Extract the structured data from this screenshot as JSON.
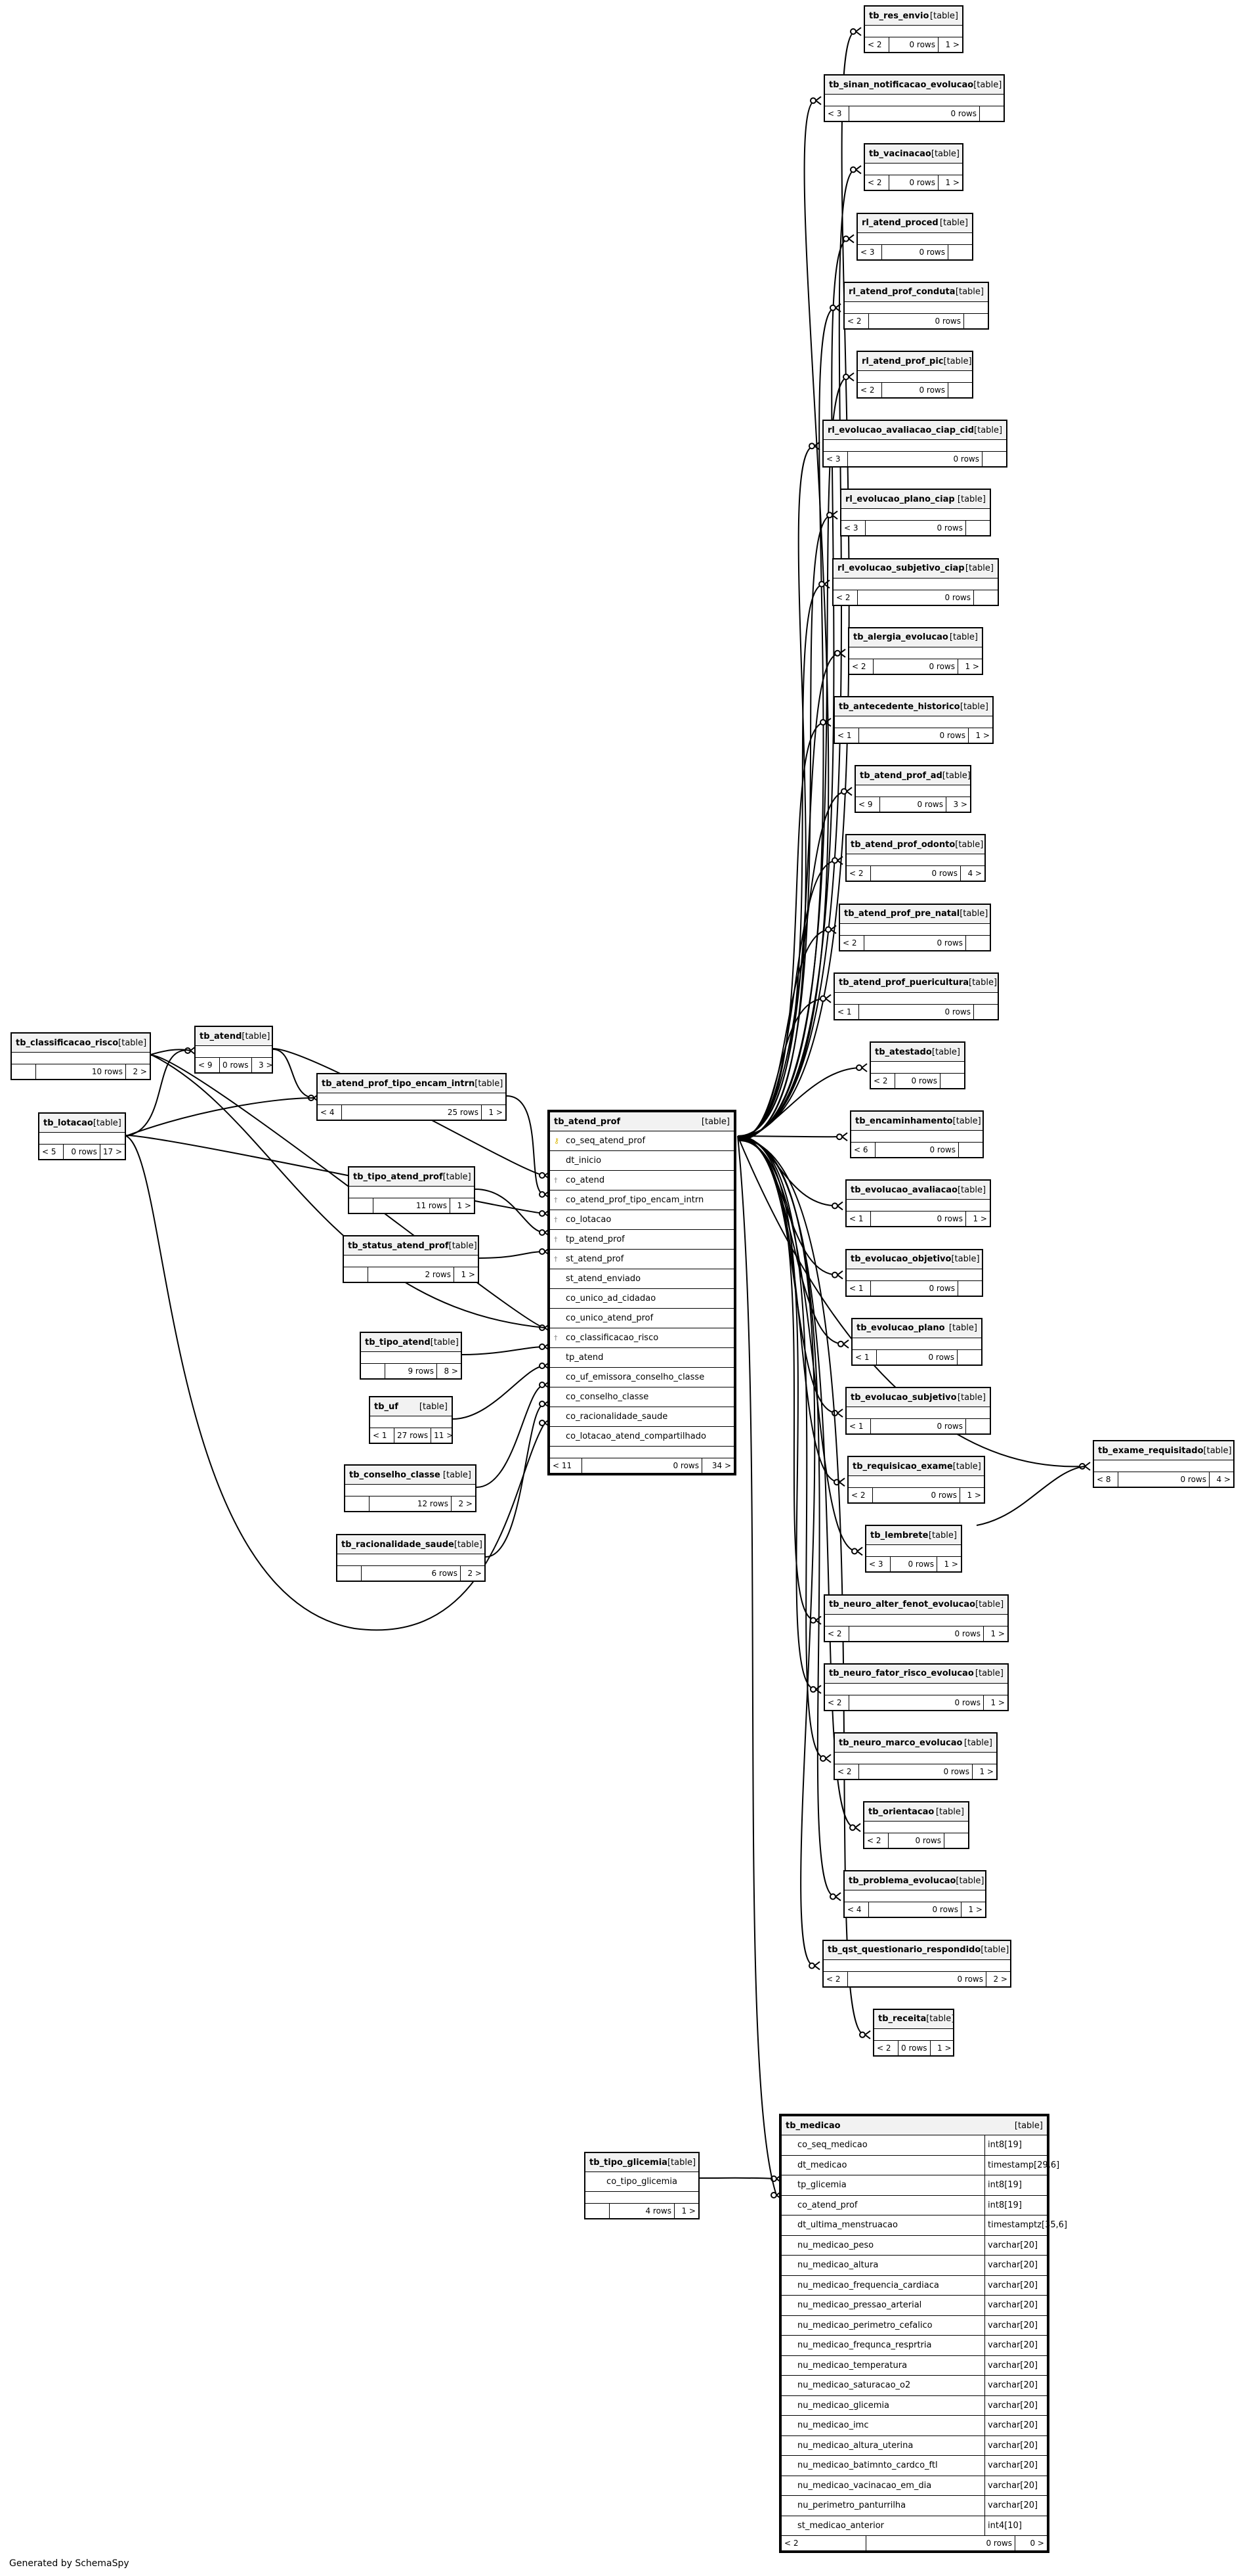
{
  "generated_by": "Generated by SchemaSpy",
  "table_tag": "[table]",
  "main_table": {
    "name": "tb_atend_prof",
    "columns": [
      {
        "name": "co_seq_atend_prof",
        "icon": "primary-key-icon"
      },
      {
        "name": "dt_inicio",
        "icon": ""
      },
      {
        "name": "co_atend",
        "icon": "foreign-key-icon"
      },
      {
        "name": "co_atend_prof_tipo_encam_intrn",
        "icon": "foreign-key-icon"
      },
      {
        "name": "co_lotacao",
        "icon": "foreign-key-icon"
      },
      {
        "name": "tp_atend_prof",
        "icon": "foreign-key-icon"
      },
      {
        "name": "st_atend_prof",
        "icon": "foreign-key-icon"
      },
      {
        "name": "st_atend_enviado",
        "icon": ""
      },
      {
        "name": "co_unico_ad_cidadao",
        "icon": ""
      },
      {
        "name": "co_unico_atend_prof",
        "icon": ""
      },
      {
        "name": "co_classificacao_risco",
        "icon": "foreign-key-icon"
      },
      {
        "name": "tp_atend",
        "icon": ""
      },
      {
        "name": "co_uf_emissora_conselho_classe",
        "icon": ""
      },
      {
        "name": "co_conselho_classe",
        "icon": ""
      },
      {
        "name": "co_racionalidade_saude",
        "icon": ""
      },
      {
        "name": "co_lotacao_atend_compartilhado",
        "icon": ""
      }
    ],
    "parents": "< 11",
    "rows": "0 rows",
    "children": "34 >"
  },
  "medicao_table": {
    "name": "tb_medicao",
    "columns": [
      {
        "name": "co_seq_medicao",
        "type": "int8[19]"
      },
      {
        "name": "dt_medicao",
        "type": "timestamp[29,6]"
      },
      {
        "name": "tp_glicemia",
        "type": "int8[19]"
      },
      {
        "name": "co_atend_prof",
        "type": "int8[19]"
      },
      {
        "name": "dt_ultima_menstruacao",
        "type": "timestamptz[35,6]"
      },
      {
        "name": "nu_medicao_peso",
        "type": "varchar[20]"
      },
      {
        "name": "nu_medicao_altura",
        "type": "varchar[20]"
      },
      {
        "name": "nu_medicao_frequencia_cardiaca",
        "type": "varchar[20]"
      },
      {
        "name": "nu_medicao_pressao_arterial",
        "type": "varchar[20]"
      },
      {
        "name": "nu_medicao_perimetro_cefalico",
        "type": "varchar[20]"
      },
      {
        "name": "nu_medicao_frequnca_resprtria",
        "type": "varchar[20]"
      },
      {
        "name": "nu_medicao_temperatura",
        "type": "varchar[20]"
      },
      {
        "name": "nu_medicao_saturacao_o2",
        "type": "varchar[20]"
      },
      {
        "name": "nu_medicao_glicemia",
        "type": "varchar[20]"
      },
      {
        "name": "nu_medicao_imc",
        "type": "varchar[20]"
      },
      {
        "name": "nu_medicao_altura_uterina",
        "type": "varchar[20]"
      },
      {
        "name": "nu_medicao_batimnto_cardco_ftl",
        "type": "varchar[20]"
      },
      {
        "name": "nu_medicao_vacinacao_em_dia",
        "type": "varchar[20]"
      },
      {
        "name": "nu_perimetro_panturrilha",
        "type": "varchar[20]"
      },
      {
        "name": "st_medicao_anterior",
        "type": "int4[10]"
      }
    ],
    "parents": "< 2",
    "rows": "0 rows",
    "children": "0 >"
  },
  "glicemia_table": {
    "name": "tb_tipo_glicemia",
    "column": "co_tipo_glicemia",
    "parents": "",
    "rows": "4 rows",
    "children": "1 >"
  },
  "parent_tables": [
    {
      "name": "tb_classificacao_risco",
      "parents": "",
      "rows": "10 rows",
      "children": "2 >"
    },
    {
      "name": "tb_atend",
      "parents": "< 9",
      "rows": "0 rows",
      "children": "3 >"
    },
    {
      "name": "tb_lotacao",
      "parents": "< 5",
      "rows": "0 rows",
      "children": "17 >"
    },
    {
      "name": "tb_atend_prof_tipo_encam_intrn",
      "parents": "< 4",
      "rows": "25 rows",
      "children": "1 >"
    },
    {
      "name": "tb_tipo_atend_prof",
      "parents": "",
      "rows": "11 rows",
      "children": "1 >"
    },
    {
      "name": "tb_status_atend_prof",
      "parents": "",
      "rows": "2 rows",
      "children": "1 >"
    },
    {
      "name": "tb_tipo_atend",
      "parents": "",
      "rows": "9 rows",
      "children": "8 >"
    },
    {
      "name": "tb_uf",
      "parents": "< 1",
      "rows": "27 rows",
      "children": "11 >"
    },
    {
      "name": "tb_conselho_classe",
      "parents": "",
      "rows": "12 rows",
      "children": "2 >"
    },
    {
      "name": "tb_racionalidade_saude",
      "parents": "",
      "rows": "6 rows",
      "children": "2 >"
    }
  ],
  "child_tables": [
    {
      "name": "tb_res_envio",
      "parents": "< 2",
      "rows": "0 rows",
      "children": "1 >"
    },
    {
      "name": "tb_sinan_notificacao_evolucao",
      "parents": "< 3",
      "rows": "0 rows",
      "children": ""
    },
    {
      "name": "tb_vacinacao",
      "parents": "< 2",
      "rows": "0 rows",
      "children": "1 >"
    },
    {
      "name": "rl_atend_proced",
      "parents": "< 3",
      "rows": "0 rows",
      "children": ""
    },
    {
      "name": "rl_atend_prof_conduta",
      "parents": "< 2",
      "rows": "0 rows",
      "children": ""
    },
    {
      "name": "rl_atend_prof_pic",
      "parents": "< 2",
      "rows": "0 rows",
      "children": ""
    },
    {
      "name": "rl_evolucao_avaliacao_ciap_cid",
      "parents": "< 3",
      "rows": "0 rows",
      "children": ""
    },
    {
      "name": "rl_evolucao_plano_ciap",
      "parents": "< 3",
      "rows": "0 rows",
      "children": ""
    },
    {
      "name": "rl_evolucao_subjetivo_ciap",
      "parents": "< 2",
      "rows": "0 rows",
      "children": ""
    },
    {
      "name": "tb_alergia_evolucao",
      "parents": "< 2",
      "rows": "0 rows",
      "children": "1 >"
    },
    {
      "name": "tb_antecedente_historico",
      "parents": "< 1",
      "rows": "0 rows",
      "children": "1 >"
    },
    {
      "name": "tb_atend_prof_ad",
      "parents": "< 9",
      "rows": "0 rows",
      "children": "3 >"
    },
    {
      "name": "tb_atend_prof_odonto",
      "parents": "< 2",
      "rows": "0 rows",
      "children": "4 >"
    },
    {
      "name": "tb_atend_prof_pre_natal",
      "parents": "< 2",
      "rows": "0 rows",
      "children": ""
    },
    {
      "name": "tb_atend_prof_puericultura",
      "parents": "< 1",
      "rows": "0 rows",
      "children": ""
    },
    {
      "name": "tb_atestado",
      "parents": "< 2",
      "rows": "0 rows",
      "children": ""
    },
    {
      "name": "tb_encaminhamento",
      "parents": "< 6",
      "rows": "0 rows",
      "children": ""
    },
    {
      "name": "tb_evolucao_avaliacao",
      "parents": "< 1",
      "rows": "0 rows",
      "children": "1 >"
    },
    {
      "name": "tb_evolucao_objetivo",
      "parents": "< 1",
      "rows": "0 rows",
      "children": ""
    },
    {
      "name": "tb_evolucao_plano",
      "parents": "< 1",
      "rows": "0 rows",
      "children": ""
    },
    {
      "name": "tb_evolucao_subjetivo",
      "parents": "< 1",
      "rows": "0 rows",
      "children": ""
    },
    {
      "name": "tb_requisicao_exame",
      "parents": "< 2",
      "rows": "0 rows",
      "children": "1 >"
    },
    {
      "name": "tb_lembrete",
      "parents": "< 3",
      "rows": "0 rows",
      "children": "1 >"
    },
    {
      "name": "tb_neuro_alter_fenot_evolucao",
      "parents": "< 2",
      "rows": "0 rows",
      "children": "1 >"
    },
    {
      "name": "tb_neuro_fator_risco_evolucao",
      "parents": "< 2",
      "rows": "0 rows",
      "children": "1 >"
    },
    {
      "name": "tb_neuro_marco_evolucao",
      "parents": "< 2",
      "rows": "0 rows",
      "children": "1 >"
    },
    {
      "name": "tb_orientacao",
      "parents": "< 2",
      "rows": "0 rows",
      "children": ""
    },
    {
      "name": "tb_problema_evolucao",
      "parents": "< 4",
      "rows": "0 rows",
      "children": "1 >"
    },
    {
      "name": "tb_qst_questionario_respondido",
      "parents": "< 2",
      "rows": "0 rows",
      "children": "2 >"
    },
    {
      "name": "tb_receita",
      "parents": "< 2",
      "rows": "0 rows",
      "children": "1 >"
    }
  ],
  "exame_table": {
    "name": "tb_exame_requisitado",
    "parents": "< 8",
    "rows": "0 rows",
    "children": "4 >"
  }
}
